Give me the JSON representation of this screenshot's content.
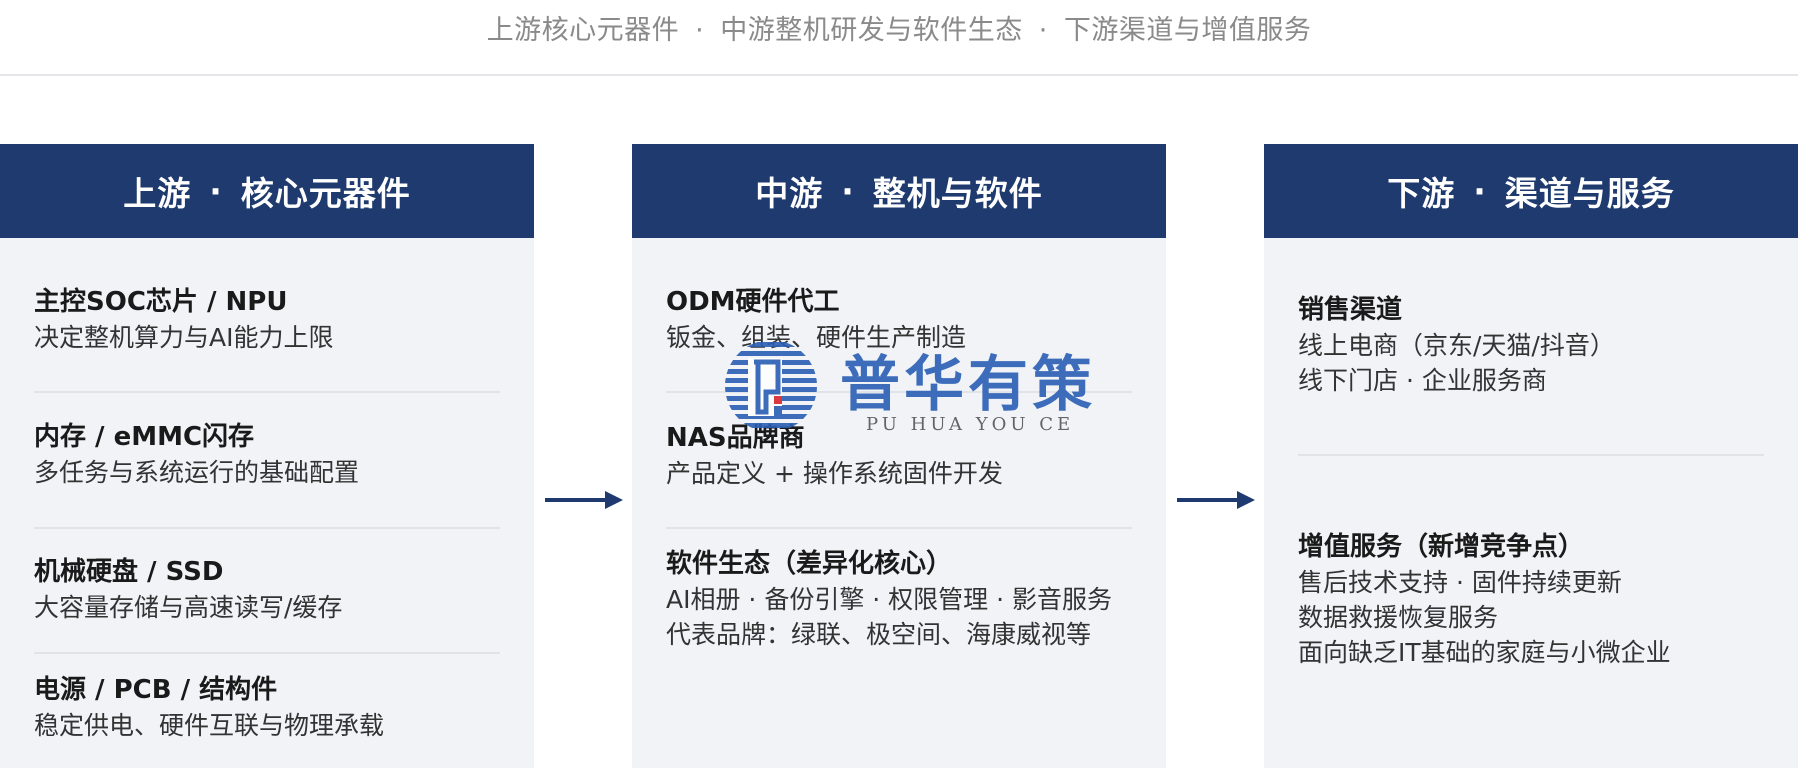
{
  "subtitle": {
    "part1": "上游核心元器件",
    "sep": "·",
    "part2": "中游整机研发与软件生态",
    "part3": "下游渠道与增值服务"
  },
  "columns": [
    {
      "header_left": "上游",
      "header_sep": "·",
      "header_right": "核心元器件",
      "items": [
        {
          "title": "主控SOC芯片 / NPU",
          "desc": "决定整机算力与AI能力上限"
        },
        {
          "title": "内存 / eMMC闪存",
          "desc": "多任务与系统运行的基础配置"
        },
        {
          "title": "机械硬盘 / SSD",
          "desc": "大容量存储与高速读写/缓存"
        },
        {
          "title": "电源 / PCB / 结构件",
          "desc": "稳定供电、硬件互联与物理承载"
        }
      ]
    },
    {
      "header_left": "中游",
      "header_sep": "·",
      "header_right": "整机与软件",
      "items": [
        {
          "title": "ODM硬件代工",
          "desc": "钣金、组装、硬件生产制造"
        },
        {
          "title": "NAS品牌商",
          "desc": "产品定义 + 操作系统固件开发"
        },
        {
          "title": "软件生态（差异化核心）",
          "desc": "AI相册 · 备份引擎 · 权限管理 · 影音服务",
          "desc2": "代表品牌：绿联、极空间、海康威视等"
        }
      ]
    },
    {
      "header_left": "下游",
      "header_sep": "·",
      "header_right": "渠道与服务",
      "items": [
        {
          "title": "销售渠道",
          "desc": "线上电商（京东/天猫/抖音）",
          "desc2": "线下门店 · 企业服务商"
        },
        {
          "title": "增值服务（新增竞争点）",
          "desc": "售后技术支持 · 固件持续更新",
          "desc2": "数据救援恢复服务",
          "desc3": "面向缺乏IT基础的家庭与小微企业"
        }
      ]
    }
  ],
  "watermark": {
    "cn": "普华有策",
    "en": "PU HUA YOU CE"
  },
  "colors": {
    "header_bg": "#1e3a6e",
    "column_bg": "#f1f3f7",
    "arrow": "#1e3a6e",
    "watermark": "#2a5fb4"
  }
}
